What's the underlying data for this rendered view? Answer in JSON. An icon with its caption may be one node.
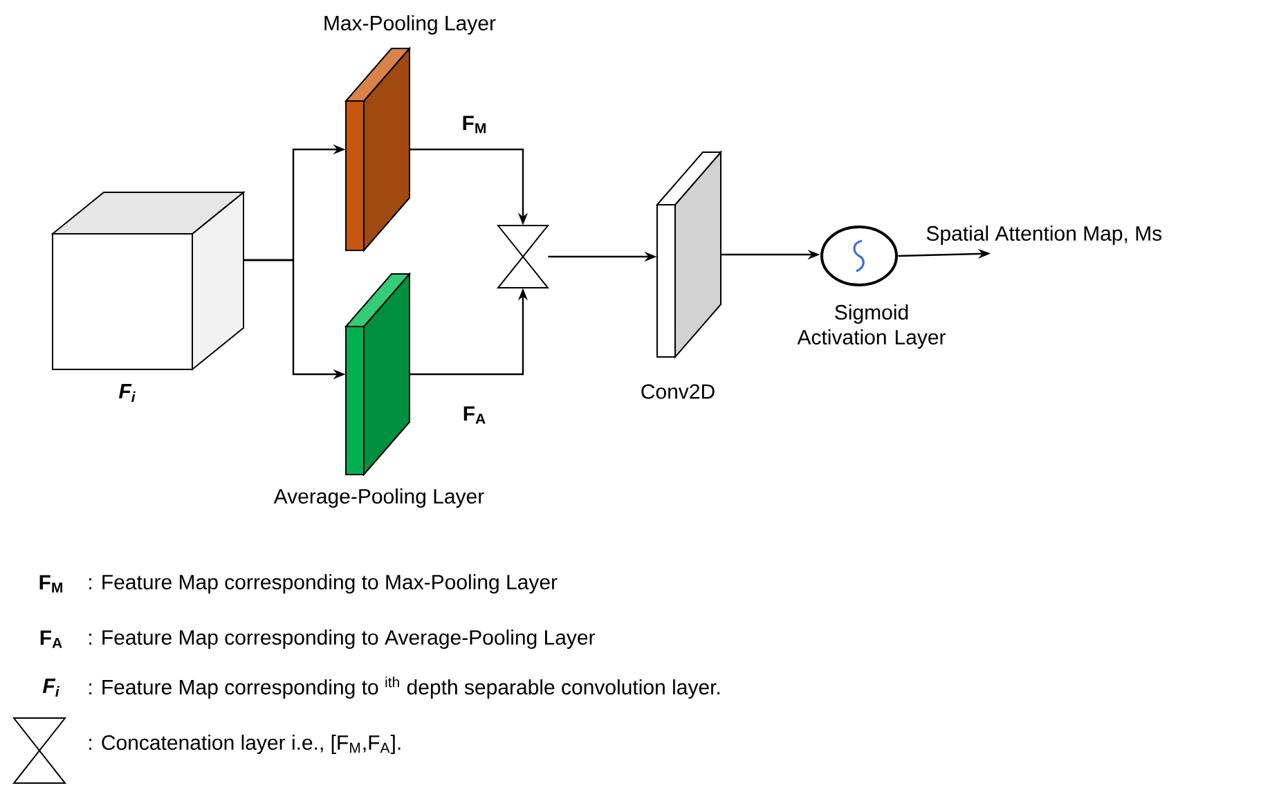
{
  "diagram": {
    "nodes": [
      {
        "text": [
          "F$_{i}$"
        ]
      },
      {
        "text": [
          "Max-Pooling Layer"
        ]
      },
      {
        "text": [
          "Average-Pooling Layer"
        ]
      },
      {
        "text": [],
        "shape": "hourglass"
      },
      {
        "text": [
          "Conv2D"
        ]
      },
      {
        "text": [
          "Sigmoid Activation Layer"
        ]
      },
      {
        "text": [
          "Spatial Attention Map, Ms"
        ]
      }
    ],
    "edges": [
      {
        "from": 0,
        "to": 1,
        "arrow": "to"
      },
      {
        "from": 0,
        "to": 2,
        "arrow": "to"
      },
      {
        "from": 1,
        "to": 3,
        "arrow": "to",
        "label": "F$_{M}$"
      },
      {
        "from": 2,
        "to": 3,
        "arrow": "to",
        "label": "F$_{A}$"
      },
      {
        "from": 3,
        "to": 4,
        "arrow": "to"
      },
      {
        "from": 4,
        "to": 5,
        "arrow": "to"
      },
      {
        "from": 5,
        "to": 6,
        "arrow": "to"
      }
    ],
    "labels": [
      "F$_{M}$",
      ": Feature Map corresponding to Max-Pooling Layer",
      "F$_{A}$",
      ": Feature Map corresponding to Average-Pooling Layer",
      "F$_{i}$",
      ": Feature Map corresponding to $^{ith}$ depth separable convolution layer.",
      ": Concatenation layer i.e., [F$_{M}$,F$_{A}$]."
    ]
  }
}
